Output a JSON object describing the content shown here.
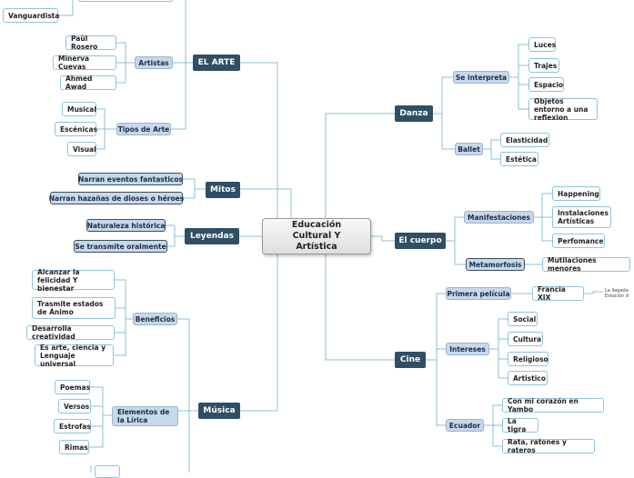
{
  "central": "Educación Cultural Y Artística",
  "arte": {
    "title": "EL ARTE",
    "vanguardista": "Vanguardista",
    "artistas": {
      "label": "Artistas",
      "items": [
        "Paùl Rosero",
        "Minerva Cuevas",
        "Ahmed Awad"
      ]
    },
    "tipos": {
      "label": "Tipos de Arte",
      "items": [
        "Musical",
        "Escénicas",
        "Visual"
      ]
    }
  },
  "mitos": {
    "title": "Mitos",
    "items": [
      "Narran eventos fantasticos",
      "Narran hazañas de dioses o héroes"
    ]
  },
  "leyendas": {
    "title": "Leyendas",
    "items": [
      "Naturaleza histórica",
      "Se transmite oralmente"
    ]
  },
  "musica": {
    "title": "Música",
    "beneficios": {
      "label": "Beneficios",
      "items": [
        "Alcanzar la felicidad Y bienestar",
        "Trasmite estados de Ánimo",
        "Desarrolla creatividad",
        "Es arte, ciencia y Lenguaje universal"
      ]
    },
    "lirica": {
      "label": "Elementos de la Lírica",
      "items": [
        "Poemas",
        "Versos",
        "Estrofas",
        "Rimas"
      ]
    }
  },
  "danza": {
    "title": "Danza",
    "interpreta": {
      "label": "Se interpreta",
      "items": [
        "Luces",
        "Trajes",
        "Espacio",
        "Objetos entorno a una reflexion"
      ]
    },
    "ballet": {
      "label": "Ballet",
      "items": [
        "Elasticidad",
        "Estética"
      ]
    }
  },
  "cuerpo": {
    "title": "El cuerpo",
    "manifestaciones": {
      "label": "Manifestaciones",
      "items": [
        "Happening",
        "Instalaciones Artísticas",
        "Perfomance"
      ]
    },
    "metamorfosis": {
      "label": "Metamorfosis",
      "items": [
        "Mutilaciones menores"
      ]
    }
  },
  "cine": {
    "title": "Cine",
    "primera": {
      "label": "Primera película",
      "item": "Francia XIX",
      "note": "La llegada Estación d"
    },
    "intereses": {
      "label": "Intereses",
      "items": [
        "Social",
        "Cultura",
        "Religioso",
        "Artistico"
      ]
    },
    "ecuador": {
      "label": "Ecuador",
      "items": [
        "Con mi corazón en Yambo",
        "La tigra",
        "Rata, ratones y rateros"
      ]
    }
  },
  "colors": {
    "main": "#2f4f64",
    "sub": "#c6d8ec",
    "leaf_border": "#8fc3dc",
    "line": "#8fbfd6"
  }
}
